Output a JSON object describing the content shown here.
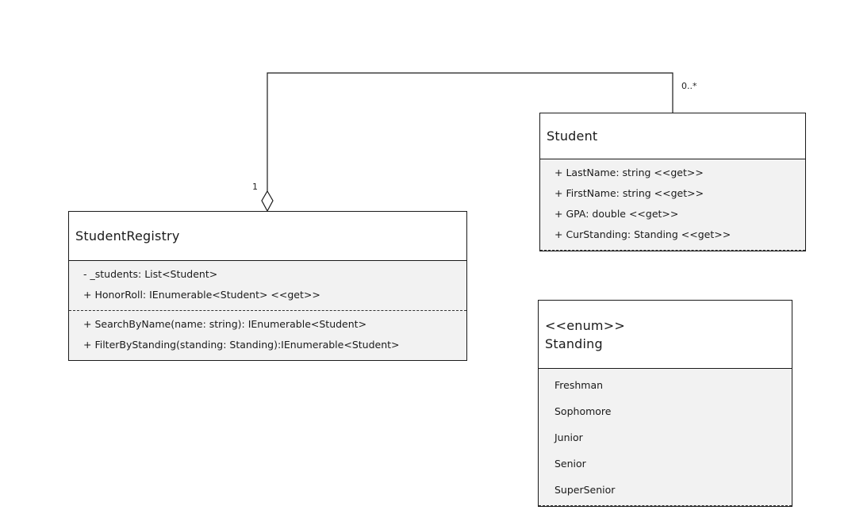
{
  "association": {
    "registry_multiplicity": "1",
    "student_multiplicity": "0..*"
  },
  "student_registry": {
    "name": "StudentRegistry",
    "attributes": [
      "- _students: List<Student>",
      "+ HonorRoll: IEnumerable<Student> <<get>>"
    ],
    "operations": [
      "+ SearchByName(name: string): IEnumerable<Student>",
      "+ FilterByStanding(standing: Standing):IEnumerable<Student>"
    ]
  },
  "student": {
    "name": "Student",
    "attributes": [
      "+ LastName: string <<get>>",
      "+ FirstName: string <<get>>",
      "+ GPA: double <<get>>",
      "+ CurStanding: Standing <<get>>"
    ]
  },
  "standing": {
    "stereotype": "<<enum>>",
    "name": "Standing",
    "values": [
      "Freshman",
      "Sophomore",
      "Junior",
      "Senior",
      "SuperSenior"
    ]
  }
}
